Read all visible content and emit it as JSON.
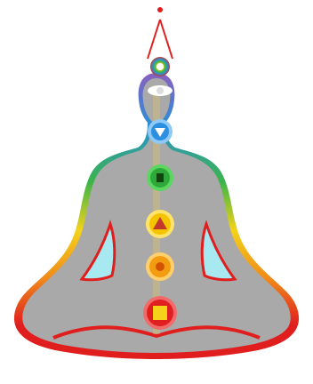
{
  "figure": {
    "subject": "meditating-figure-with-chakras",
    "colors": {
      "background": "#ffffff",
      "body_fill": "#a9a9a9",
      "outline_red": "#e01e1e",
      "outline_orange": "#f08a1a",
      "outline_yellow": "#f4d21a",
      "outline_green": "#3ab54a",
      "outline_blue": "#2b8fd6",
      "outline_violet": "#8b5fbf",
      "arm_gap": "#a8e8f0",
      "top_point": "#e01e1e"
    },
    "chakras": [
      {
        "name": "crown",
        "icon": "lotus-spiral-icon",
        "color": "#9b59b6"
      },
      {
        "name": "third-eye",
        "icon": "white-lotus-icon",
        "color": "#ffffff"
      },
      {
        "name": "throat",
        "icon": "blue-lotus-icon",
        "color": "#2d8fe0"
      },
      {
        "name": "heart",
        "icon": "green-lotus-icon",
        "color": "#2ea83a"
      },
      {
        "name": "solar-plexus",
        "icon": "yellow-triangle-lotus-icon",
        "color": "#f5c400"
      },
      {
        "name": "sacral",
        "icon": "orange-lotus-icon",
        "color": "#f39c12"
      },
      {
        "name": "root",
        "icon": "red-square-lotus-icon",
        "color": "#e02020"
      }
    ]
  }
}
